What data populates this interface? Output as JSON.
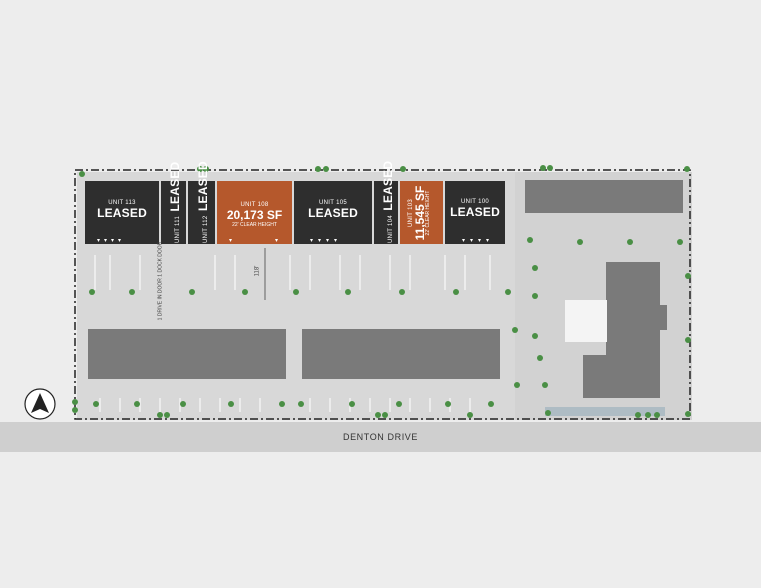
{
  "road": {
    "name": "DENTON DRIVE"
  },
  "colors": {
    "leased": "#2e2e2e",
    "available": "#b5582c",
    "building": "#7a7a7a",
    "lot": "#d6d6d6",
    "tree": "#4a8f45"
  },
  "units": [
    {
      "id": "u113",
      "unit": "UNIT 113",
      "status": "LEASED"
    },
    {
      "id": "u111",
      "unit": "UNIT 111",
      "status": "LEASED"
    },
    {
      "id": "u112",
      "unit": "UNIT 112",
      "status": "LEASED"
    },
    {
      "id": "u108",
      "unit": "UNIT 108",
      "status": "20,173 SF",
      "note": "22' CLEAR HEIGHT"
    },
    {
      "id": "u105",
      "unit": "UNIT 105",
      "status": "LEASED"
    },
    {
      "id": "u104",
      "unit": "UNIT 104",
      "status": "LEASED"
    },
    {
      "id": "u103",
      "unit": "UNIT 103",
      "status": "11,545 SF",
      "note": "22' CLEAR HEIGHT"
    },
    {
      "id": "u100",
      "unit": "UNIT 100",
      "status": "LEASED"
    }
  ],
  "annotations": {
    "dimension": "118'",
    "doors": "1 DRIVE IN DOOR 1 DOCK DOOR"
  },
  "icons": {
    "north": "north-arrow-icon"
  }
}
